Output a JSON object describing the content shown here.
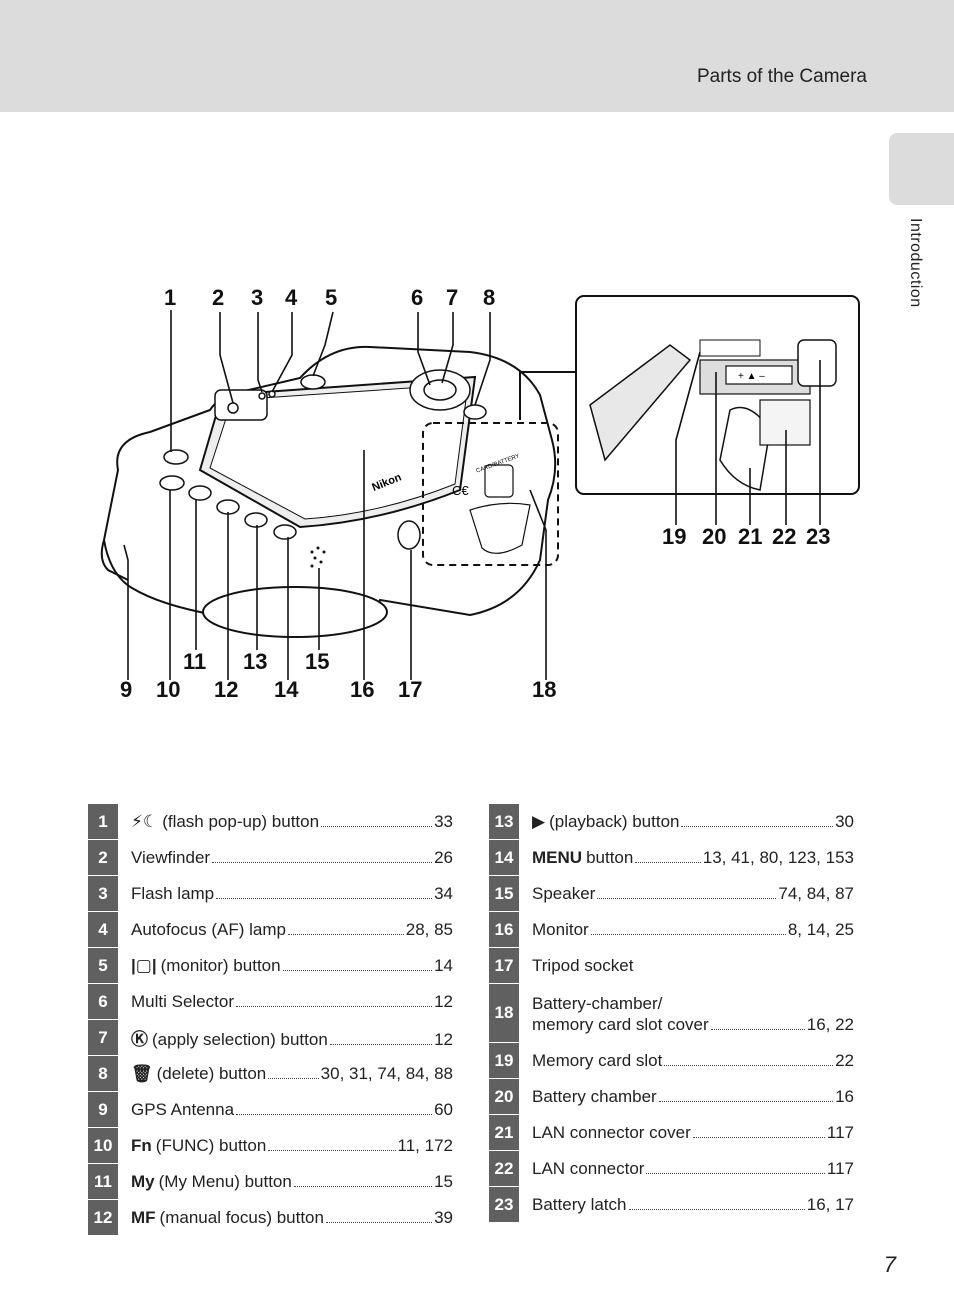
{
  "header": {
    "title": "Parts of the Camera"
  },
  "side_tab": {
    "label": "Introduction"
  },
  "page_number": "7",
  "figure": {
    "callouts": [
      "1",
      "2",
      "3",
      "4",
      "5",
      "6",
      "7",
      "8",
      "9",
      "10",
      "11",
      "12",
      "13",
      "14",
      "15",
      "16",
      "17",
      "18",
      "19",
      "20",
      "21",
      "22",
      "23"
    ],
    "camera_brand": "Nikon",
    "card_battery_label": "CARD/BATTERY"
  },
  "parts_left": [
    {
      "num": "1",
      "icon": "flash-popup-icon",
      "icon_glyph": "⚡☾",
      "label": "(flash pop-up) button",
      "pages": "33"
    },
    {
      "num": "2",
      "icon": "",
      "icon_glyph": "",
      "label": "Viewfinder",
      "pages": "26"
    },
    {
      "num": "3",
      "icon": "",
      "icon_glyph": "",
      "label": "Flash lamp",
      "pages": "34"
    },
    {
      "num": "4",
      "icon": "",
      "icon_glyph": "",
      "label": "Autofocus (AF) lamp",
      "pages": "28, 85"
    },
    {
      "num": "5",
      "icon": "monitor-icon",
      "icon_glyph": "|▢|",
      "label": "(monitor) button",
      "pages": "14"
    },
    {
      "num": "6",
      "icon": "",
      "icon_glyph": "",
      "label": "Multi Selector",
      "pages": "12"
    },
    {
      "num": "7",
      "icon": "ok-icon",
      "icon_glyph": "Ⓚ",
      "label": "(apply selection) button",
      "pages": "12"
    },
    {
      "num": "8",
      "icon": "trash-icon",
      "icon_glyph": "🗑",
      "label": "(delete) button",
      "pages": "30, 31, 74, 84, 88"
    },
    {
      "num": "9",
      "icon": "",
      "icon_glyph": "",
      "label": "GPS Antenna",
      "pages": "60"
    },
    {
      "num": "10",
      "icon": "fn-icon",
      "icon_glyph": "Fn",
      "label": "(FUNC) button",
      "pages": "11, 172"
    },
    {
      "num": "11",
      "icon": "my-menu-icon",
      "icon_glyph": "My",
      "label": "(My Menu) button",
      "pages": "15"
    },
    {
      "num": "12",
      "icon": "manual-focus-icon",
      "icon_glyph": "MF",
      "label": "(manual focus) button",
      "pages": "39"
    }
  ],
  "parts_right": [
    {
      "num": "13",
      "icon": "playback-icon",
      "icon_glyph": "▶",
      "label": "(playback) button",
      "pages": "30"
    },
    {
      "num": "14",
      "icon": "menu-icon",
      "icon_glyph": "MENU",
      "label": "button",
      "pages": "13, 41, 80, 123, 153"
    },
    {
      "num": "15",
      "icon": "",
      "icon_glyph": "",
      "label": "Speaker",
      "pages": "74, 84, 87"
    },
    {
      "num": "16",
      "icon": "",
      "icon_glyph": "",
      "label": "Monitor",
      "pages": "8, 14, 25"
    },
    {
      "num": "17",
      "icon": "",
      "icon_glyph": "",
      "label": "Tripod socket",
      "pages": ""
    },
    {
      "num": "18",
      "icon": "",
      "icon_glyph": "",
      "label_line1": "Battery-chamber/",
      "label": "memory card slot cover",
      "pages": "16, 22"
    },
    {
      "num": "19",
      "icon": "",
      "icon_glyph": "",
      "label": "Memory card slot",
      "pages": "22"
    },
    {
      "num": "20",
      "icon": "",
      "icon_glyph": "",
      "label": "Battery chamber",
      "pages": "16"
    },
    {
      "num": "21",
      "icon": "",
      "icon_glyph": "",
      "label": "LAN connector cover",
      "pages": "117"
    },
    {
      "num": "22",
      "icon": "",
      "icon_glyph": "",
      "label": "LAN connector",
      "pages": "117"
    },
    {
      "num": "23",
      "icon": "",
      "icon_glyph": "",
      "label": "Battery latch",
      "pages": "16, 17"
    }
  ]
}
